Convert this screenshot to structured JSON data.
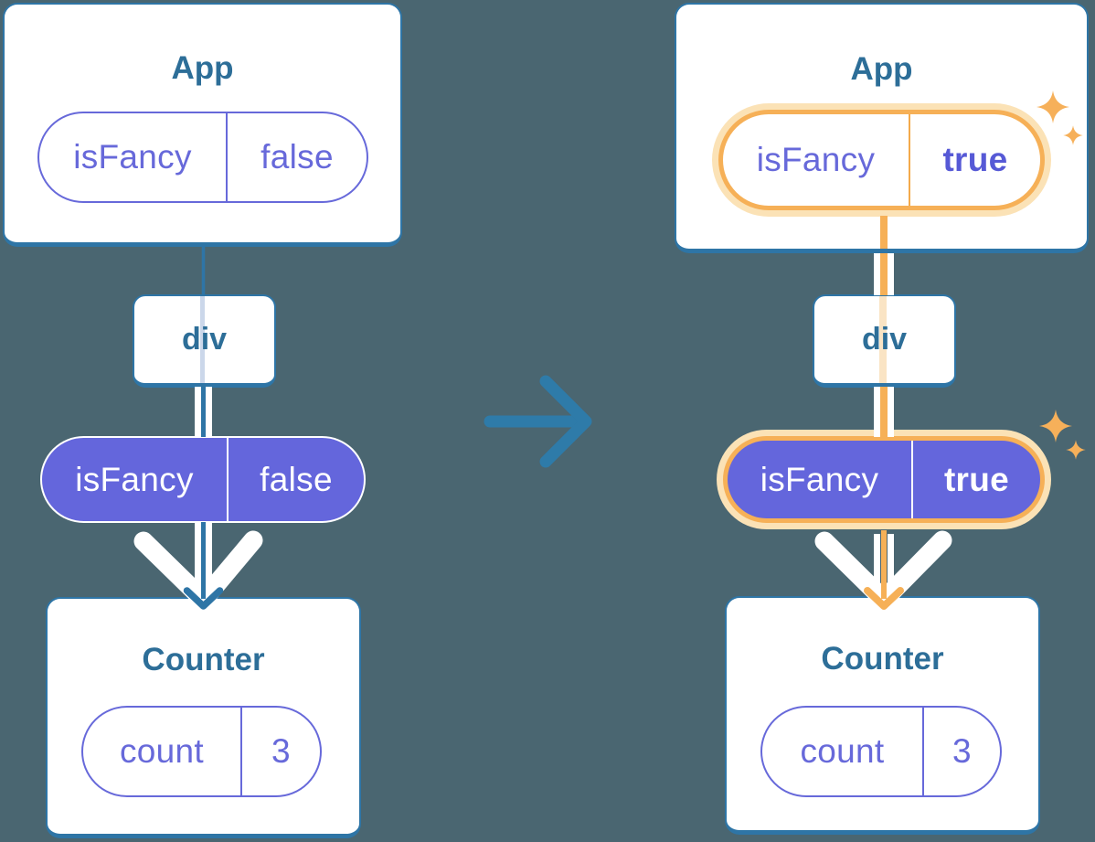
{
  "diagram": {
    "description": "React state lifting diagram: App passes isFancy down through div to Counter; left tree shows isFancy=false, right tree shows isFancy=true (highlighted)",
    "left": {
      "app": {
        "title": "App",
        "prop": {
          "name": "isFancy",
          "value": "false"
        }
      },
      "div": {
        "label": "div"
      },
      "state": {
        "name": "isFancy",
        "value": "false"
      },
      "counter": {
        "title": "Counter",
        "state": {
          "name": "count",
          "value": "3"
        }
      }
    },
    "right": {
      "app": {
        "title": "App",
        "prop": {
          "name": "isFancy",
          "value": "true"
        }
      },
      "div": {
        "label": "div"
      },
      "state": {
        "name": "isFancy",
        "value": "true"
      },
      "counter": {
        "title": "Counter",
        "state": {
          "name": "count",
          "value": "3"
        }
      }
    }
  },
  "icons": {
    "center": "arrow-right-icon",
    "down": "arrow-down-icon",
    "emphasis": "sparkles-icon"
  },
  "colors": {
    "background": "#4A6671",
    "card_border": "#2E75A6",
    "title_text": "#2D6E98",
    "purple_outline": "#6769DA",
    "purple_fill": "#6466DC",
    "purple_bold_text": "#5659D6",
    "orange_highlight": "#F6B057",
    "orange_glow": "#FBE2B6",
    "pale_blue_line": "#CBD7EA",
    "pale_orange_line": "#FAE4C4",
    "arrow_teal": "#2E75A6",
    "white": "#ffffff"
  }
}
